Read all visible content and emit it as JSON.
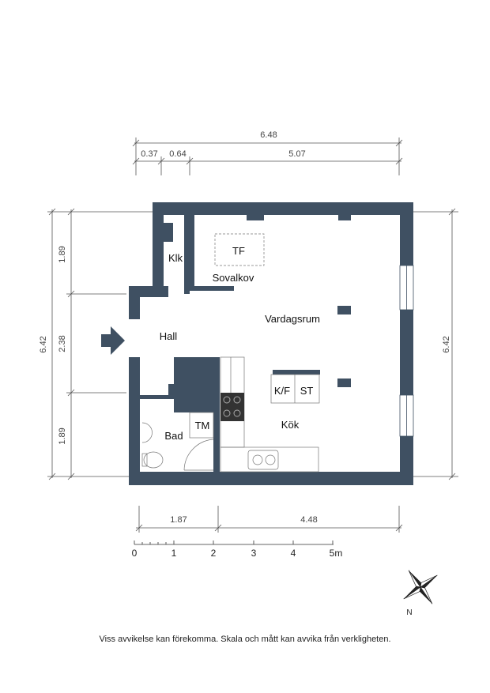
{
  "dimensions": {
    "top_total": "6.48",
    "top_seg1": "0.37",
    "top_seg2": "0.64",
    "top_seg3": "5.07",
    "left_total": "6.42",
    "left_seg1": "1.89",
    "left_seg2": "2.38",
    "left_seg3": "1.89",
    "right_total": "6.42",
    "bottom_seg1": "1.87",
    "bottom_seg2": "4.48"
  },
  "rooms": {
    "klk": "Klk",
    "tf": "TF",
    "sovalkov": "Sovalkov",
    "vardagsrum": "Vardagsrum",
    "hall": "Hall",
    "kf": "K/F",
    "st": "ST",
    "tm": "TM",
    "bad": "Bad",
    "kok": "Kök"
  },
  "scale_bar": {
    "labels": [
      "0",
      "1",
      "2",
      "3",
      "4",
      "5m"
    ]
  },
  "compass": {
    "north_label": "N"
  },
  "disclaimer": "Viss avvikelse kan förekomma. Skala och mått kan avvika från verkligheten.",
  "colors": {
    "wall": "#3f5062",
    "dimension_line": "#555555"
  }
}
